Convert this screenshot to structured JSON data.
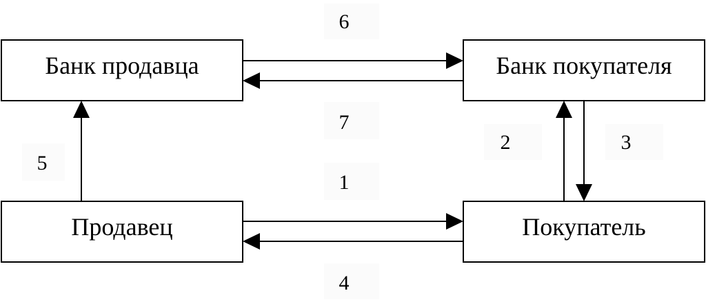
{
  "boxes": {
    "seller_bank": "Банк продавца",
    "buyer_bank": "Банк покупателя",
    "seller": "Продавец",
    "buyer": "Покупатель"
  },
  "arrows": {
    "a1": "1",
    "a2": "2",
    "a3": "3",
    "a4": "4",
    "a5": "5",
    "a6": "6",
    "a7": "7"
  }
}
